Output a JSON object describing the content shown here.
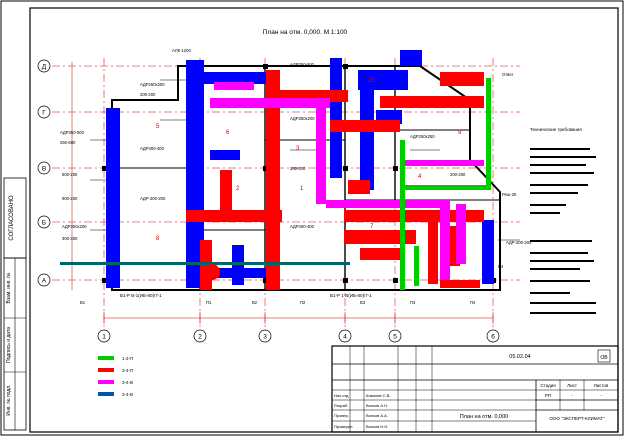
{
  "title": "План на отм. 0,000. М 1:100",
  "axes": {
    "columns": [
      "1",
      "2",
      "3",
      "4",
      "5",
      "6"
    ],
    "rows": [
      "Д",
      "Г",
      "В",
      "Б",
      "А"
    ]
  },
  "section_labels": [
    "В1-Р В-1(ИБ-80)/7-1",
    "В1-Р 1-В(ИБ-80)/7-1"
  ],
  "duct_tags": [
    "АДР350-500",
    "250-600",
    "АЛК-1200",
    "500-200",
    "АДР350x200",
    "900-200",
    "300-300",
    "АДР250x250",
    "200-200",
    "АДР400-400",
    "АДР-200-200",
    "Ответ",
    "Реш-25",
    "П1",
    "П2",
    "П3",
    "П4",
    "В1",
    "В2",
    "В3",
    "В4"
  ],
  "room_numbers": [
    "21",
    "5",
    "6",
    "9",
    "3",
    "2",
    "1",
    "4",
    "7",
    "8"
  ],
  "legend": [
    {
      "label": "1-2-П",
      "color": "#00cc00"
    },
    {
      "label": "3-4-П",
      "color": "#ff0000"
    },
    {
      "label": "3-4-В",
      "color": "#ff00ff"
    },
    {
      "label": "3-4-В",
      "color": "#0055aa"
    }
  ],
  "notes_title": "Технические требования",
  "title_block": {
    "code": "05.02.04",
    "stage_mark": "ОВ",
    "sheet_name": "План на отм. 0,000",
    "stage_header": "Стадия",
    "sheet_header": "Лист",
    "sheets_header": "Листов",
    "stage": "РП",
    "sheet": "-",
    "sheets": "-",
    "company": "ООО \"ЭКСПЕРТ-КЛИМАТ\"",
    "roles": [
      "Нач.отд.",
      "Разраб.",
      "Провер.",
      "Проверил"
    ],
    "names": [
      "Ковалев С.В.",
      "Волков А.Н.",
      "Волков А.А.",
      "Волков Н.Н."
    ]
  },
  "stamp_text": "СОГЛАСОВАНО",
  "side_stamps": [
    "Взам. инв. №",
    "Подпись и дата",
    "Инв. № подл."
  ],
  "colors": {
    "supply": "#ff0000",
    "exhaust": "#0000ff",
    "recirc": "#ff00ff",
    "fresh": "#00cc00",
    "pipe": "#006666",
    "wall": "#000000",
    "grid": "#cc0000"
  }
}
